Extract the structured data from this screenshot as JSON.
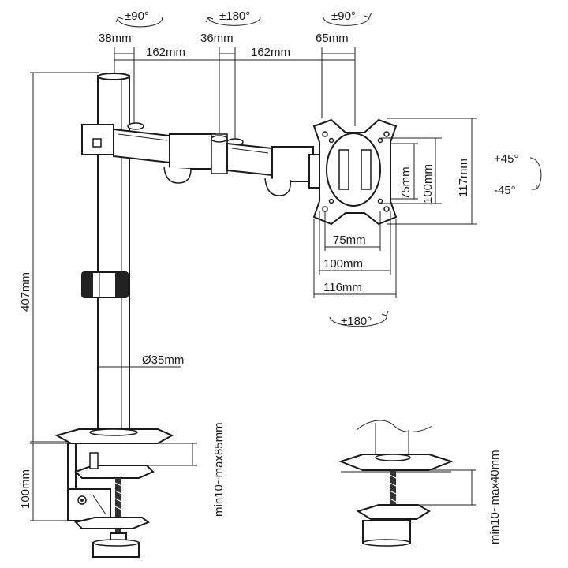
{
  "dims": {
    "rot_top_left": "±90°",
    "rot_top_mid": "±180°",
    "rot_top_right": "±90°",
    "dim_38": "38mm",
    "dim_36": "36mm",
    "dim_65": "65mm",
    "dim_162a": "162mm",
    "dim_162b": "162mm",
    "height_407": "407mm",
    "pole_dia": "Ø35mm",
    "vesa_h75": "75mm",
    "vesa_h100": "100mm",
    "vesa_h117": "117mm",
    "vesa_w75": "75mm",
    "vesa_w100": "100mm",
    "vesa_w116": "116mm",
    "tilt_pos": "+45°",
    "tilt_neg": "-45°",
    "rot_plate": "±180°",
    "clamp_100": "100mm",
    "clamp_range": "min10~max85mm",
    "grommet_range": "min10~max40mm"
  }
}
